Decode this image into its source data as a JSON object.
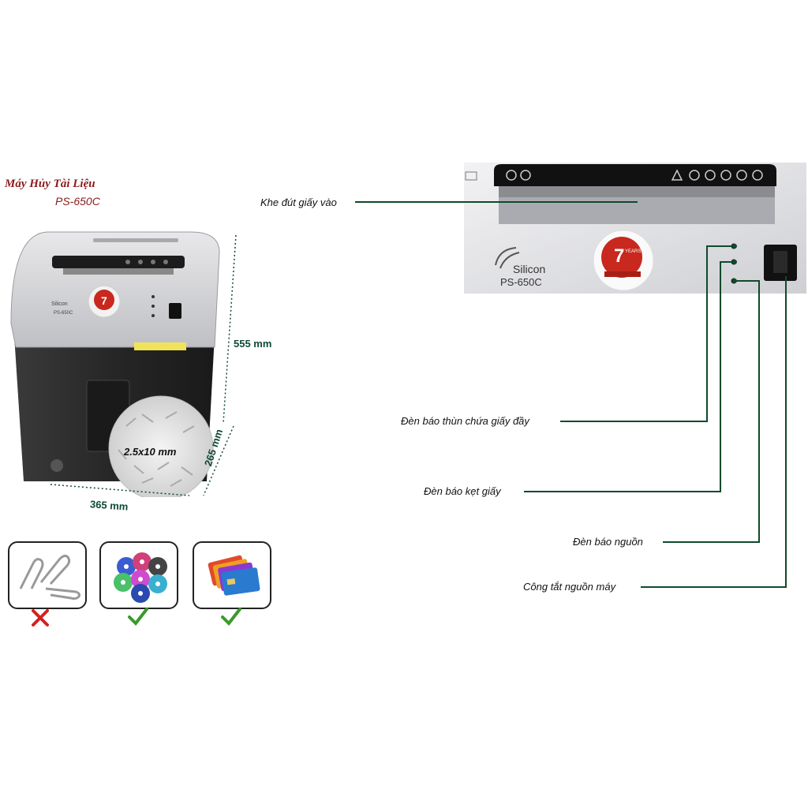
{
  "product": {
    "title": "Máy Hủy Tài Liệu",
    "model": "PS-650C",
    "brand_logo": "Silicon",
    "badge_number": "7",
    "badge_text": "YEARS"
  },
  "dimensions": {
    "height": "555 mm",
    "depth": "265 mm",
    "width": "365 mm",
    "shred_size": "2.5x10 mm"
  },
  "materials": [
    {
      "icon": "paper-clip-icon",
      "allowed": false
    },
    {
      "icon": "cd-disc-icon",
      "allowed": true
    },
    {
      "icon": "credit-card-icon",
      "allowed": true
    }
  ],
  "panel": {
    "brand": "Silicon",
    "model": "PS-650C",
    "badge_number": "7",
    "badge_text": "YEARS"
  },
  "callouts": {
    "paper_slot": "Khe đút giấy vào",
    "bin_full_light": "Đèn báo thùn chứa giấy đầy",
    "paper_jam_light": "Đèn báo kẹt giấy",
    "power_light": "Đèn báo nguồn",
    "power_switch": "Công tắt nguồn máy"
  },
  "colors": {
    "title": "#8b1a1a",
    "dimension": "#0f4a3a",
    "callout_line": "#0f4a2a",
    "allowed_check": "#3a9a2a",
    "forbidden_x": "#d42020"
  }
}
